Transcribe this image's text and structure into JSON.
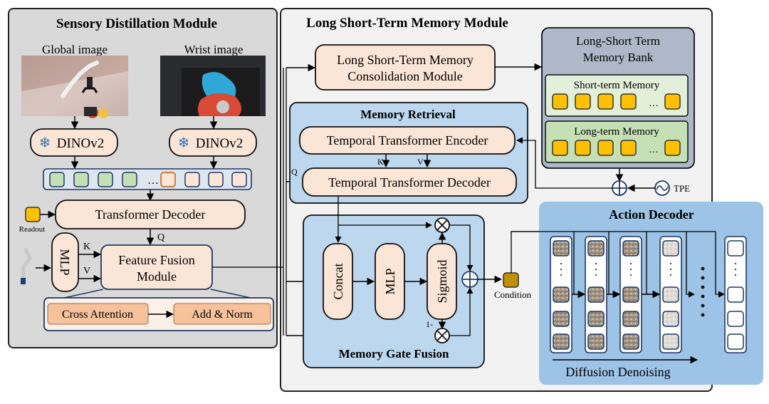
{
  "sensory": {
    "title": "Sensory Distillation Module",
    "global_label": "Global image",
    "wrist_label": "Wrist image",
    "dino_left": "DINOv2",
    "dino_right": "DINOv2",
    "dots": "…",
    "transformer_decoder": "Transformer Decoder",
    "readout": "Readout",
    "q": "Q",
    "k": "K",
    "v": "V",
    "mlp": "MLP",
    "fusion_line1": "Feature Fusion",
    "fusion_line2": "Module",
    "cross_attention": "Cross Attention",
    "add_norm": "Add & Norm"
  },
  "lstm": {
    "title": "Long Short-Term Memory Module",
    "consolidation_line1": "Long Short-Term Memory",
    "consolidation_line2": "Consolidation Module",
    "retrieval_title": "Memory Retrieval",
    "encoder": "Temporal Transformer Encoder",
    "decoder": "Temporal Transformer Decoder",
    "k": "K",
    "v": "V",
    "q": "Q",
    "bank_line1": "Long-Short Term",
    "bank_line2": "Memory Bank",
    "short_term": "Short-term Memory",
    "long_term": "Long-term Memory",
    "dots": "…",
    "tpe": "TPE",
    "gate_title": "Memory Gate Fusion",
    "concat": "Concat",
    "mlp": "MLP",
    "sigmoid": "Sigmoid",
    "one_minus": "1-",
    "condition": "Condition"
  },
  "action": {
    "title": "Action Decoder",
    "denoising": "Diffusion Denoising"
  },
  "colors": {
    "panel_gray": "#d9d9d9",
    "panel_light": "#f2f2f2",
    "peach": "#fbe5d6",
    "blue": "#bdd7ee",
    "action_blue": "#9dc3e6",
    "bank_gray": "#adb9ca",
    "short_green": "#e2efd9",
    "long_green": "#c5e0b4",
    "token_yellow": "#ffc000",
    "condition_gold": "#bf9000",
    "navy": "#1f3864"
  }
}
